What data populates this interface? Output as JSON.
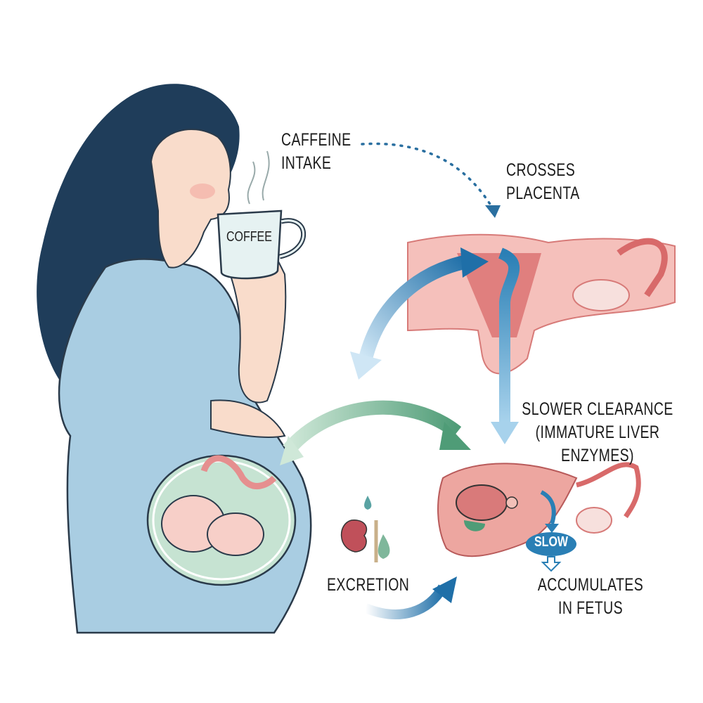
{
  "labels": {
    "caffeine_intake": [
      "CAFFEINE",
      "INTAKE"
    ],
    "crosses_placenta": [
      "CROSSES",
      "PLACENTA"
    ],
    "mug_text": "COFFEE",
    "slower_clearance": [
      "SLOWER CLEARANCE",
      "(IMMATURE LIVER",
      "ENZYMES)"
    ],
    "slow_badge": "SLOW",
    "excretion": "EXCRETION",
    "accumulates": [
      "ACCUMULATES",
      "IN FETUS"
    ]
  },
  "colors": {
    "hair": "#1f3d5a",
    "dress": "#a9cde2",
    "skin": "#f9dccb",
    "womb": "#c6e3d2",
    "organ_pink": "#e9928f",
    "arrow_blue": "#2a7fb5",
    "arrow_green": "#5aa37e"
  }
}
